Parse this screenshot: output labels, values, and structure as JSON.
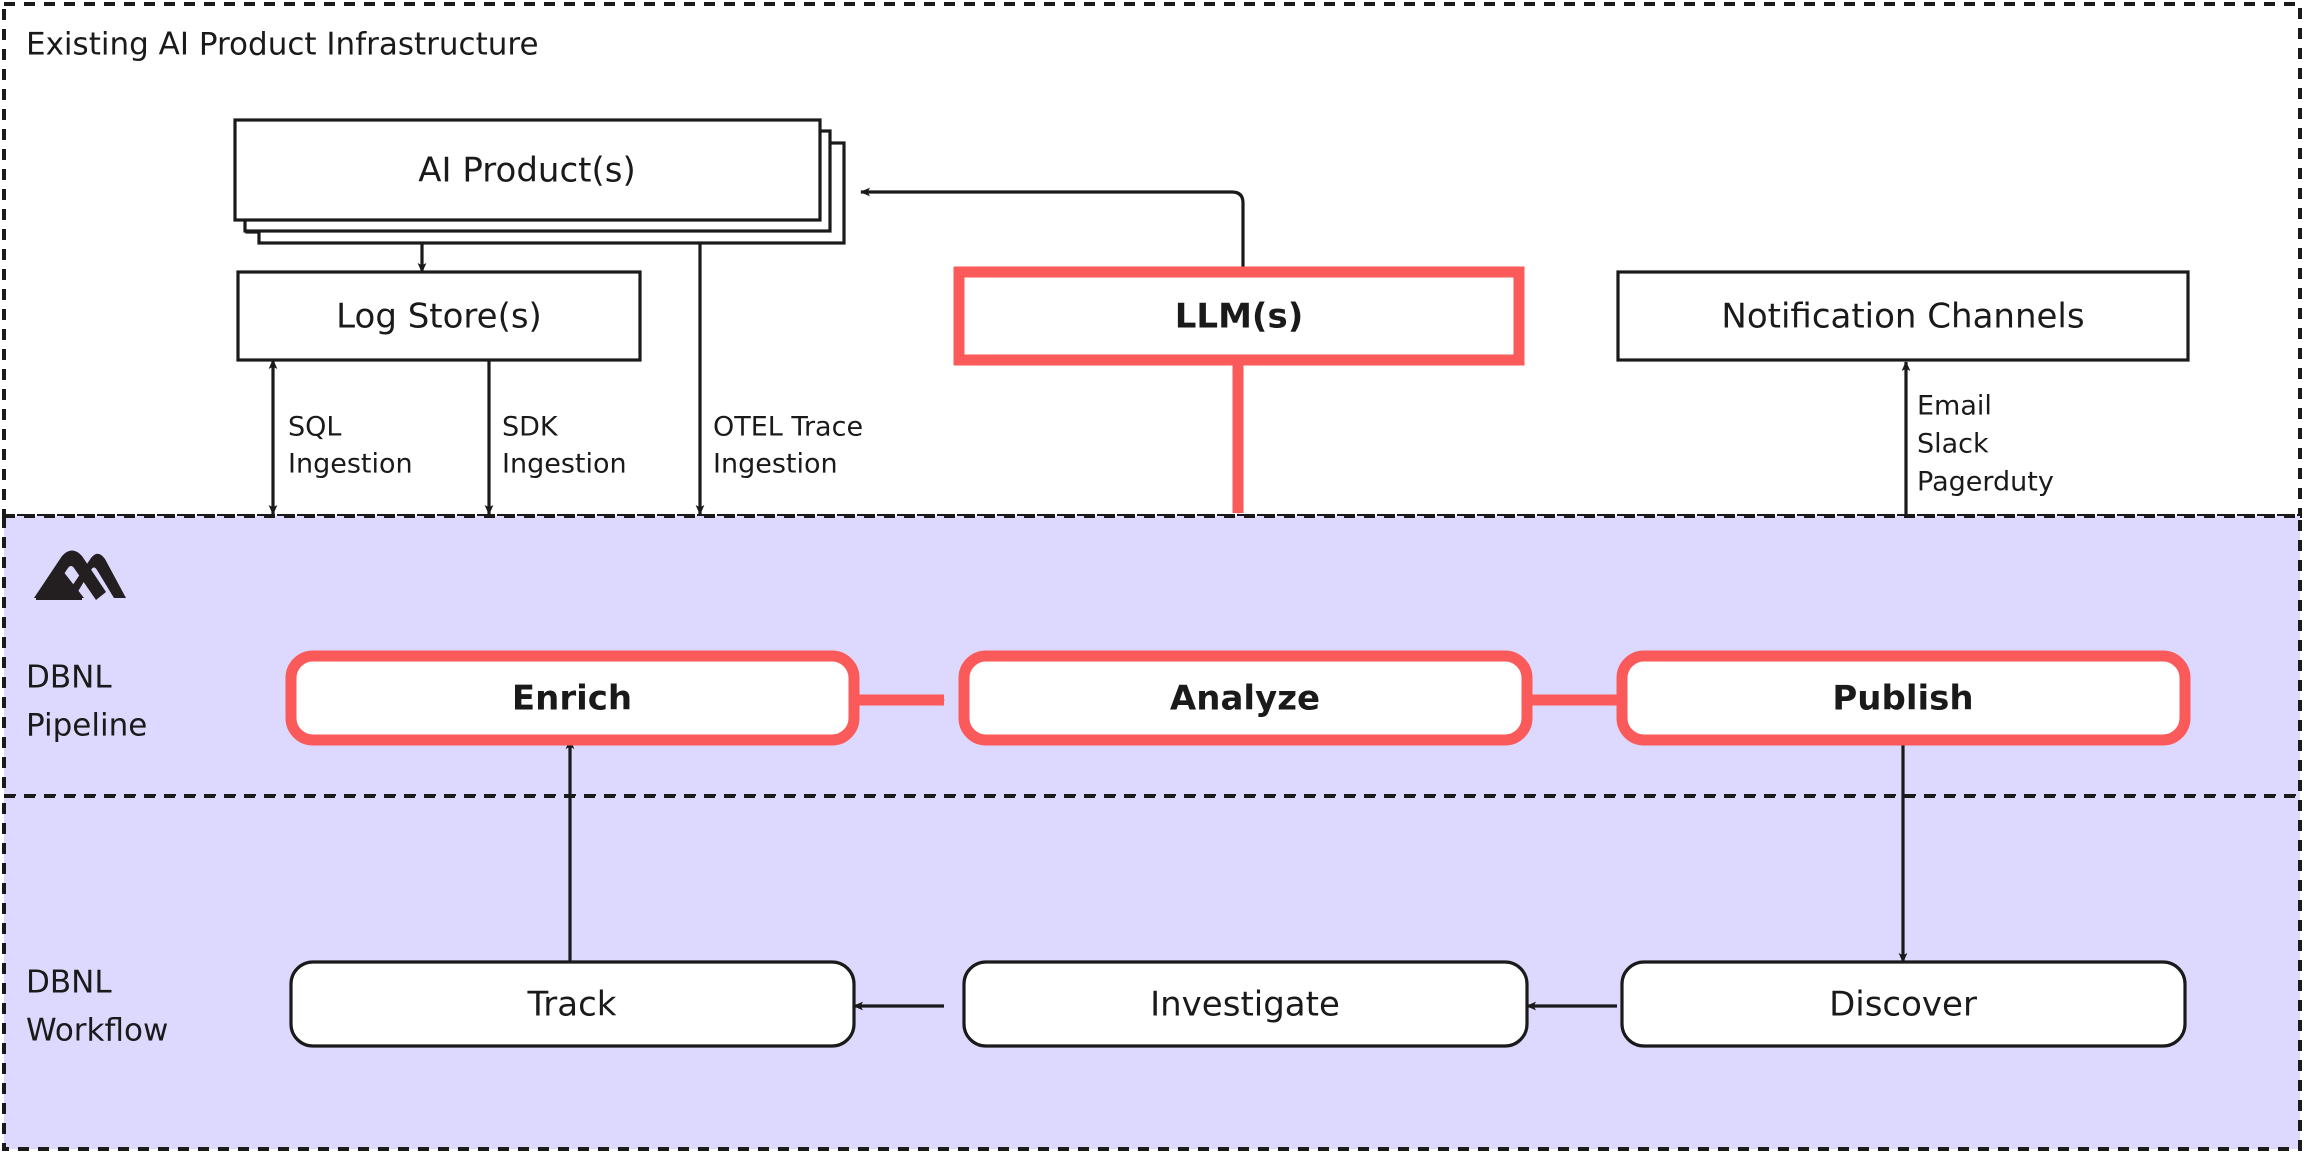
{
  "diagram": {
    "title": "Existing AI Product Infrastructure",
    "colors": {
      "accent_red": "#FB5A5A",
      "zone_purple": "#DDD8FD",
      "stroke_black": "#1a1a1a",
      "node_fill_white": "#ffffff",
      "page_background": "#ffffff"
    }
  },
  "sections": {
    "top": {
      "title": "Existing AI Product Infrastructure",
      "background": "#ffffff"
    },
    "pipeline": {
      "label_line1": "DBNL",
      "label_line2": "Pipeline",
      "logo_name": "dbnl-mountain-logo",
      "background": "#DDD8FD"
    },
    "workflow": {
      "label_line1": "DBNL",
      "label_line2": "Workflow",
      "background": "#DDD8FD"
    }
  },
  "nodes": {
    "ai_products": {
      "label": "AI Product(s)",
      "style": "stacked-rect",
      "stack_count": 3
    },
    "log_stores": {
      "label": "Log Store(s)",
      "style": "rect"
    },
    "llms": {
      "label": "LLM(s)",
      "style": "rect-red-thick"
    },
    "notification_channels": {
      "label": "Notification Channels",
      "style": "rect"
    },
    "enrich": {
      "label": "Enrich",
      "style": "rounded-red-thick"
    },
    "analyze": {
      "label": "Analyze",
      "style": "rounded-red-thick"
    },
    "publish": {
      "label": "Publish",
      "style": "rounded-red-thick"
    },
    "track": {
      "label": "Track",
      "style": "rounded"
    },
    "investigate": {
      "label": "Investigate",
      "style": "rounded"
    },
    "discover": {
      "label": "Discover",
      "style": "rounded"
    }
  },
  "edge_labels": {
    "sql_ingestion_line1": "SQL",
    "sql_ingestion_line2": "Ingestion",
    "sdk_ingestion_line1": "SDK",
    "sdk_ingestion_line2": "Ingestion",
    "otel_ingestion_line1": "OTEL Trace",
    "otel_ingestion_line2": "Ingestion",
    "notify_line1": "Email",
    "notify_line2": "Slack",
    "notify_line3": "Pagerduty"
  }
}
